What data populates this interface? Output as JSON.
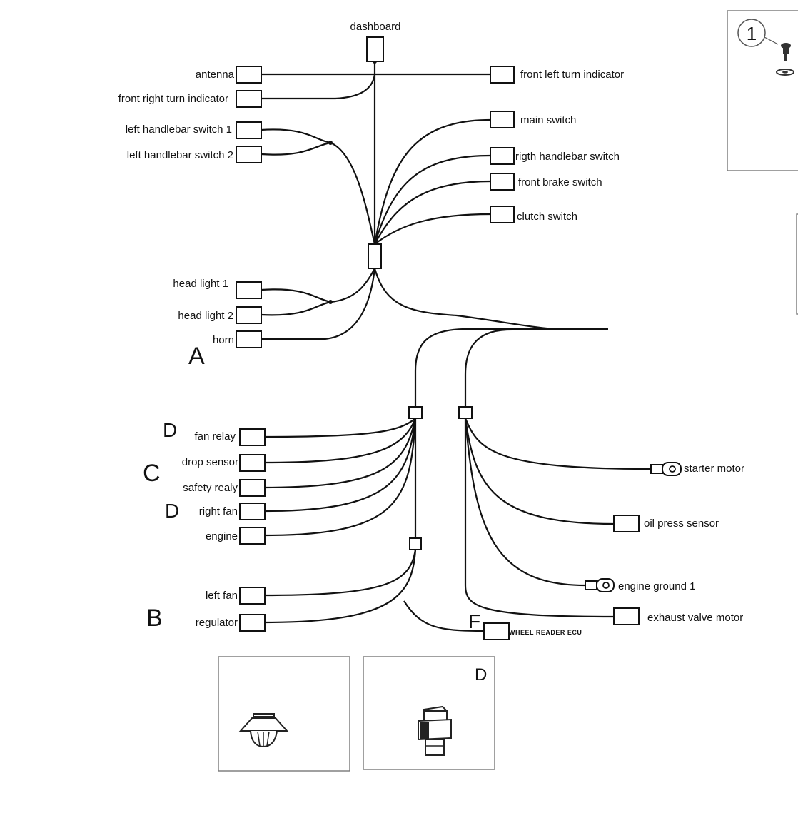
{
  "diagram": {
    "top": {
      "dashboard": "dashboard",
      "antenna": "antenna",
      "front_right_turn": "front right turn indicator",
      "left_switch_1": "left handlebar switch 1",
      "left_switch_2": "left handlebar switch 2",
      "front_left_turn": "front left turn indicator",
      "main_switch": "main switch",
      "right_switch": "rigth handlebar switch",
      "front_brake": "front brake switch",
      "clutch": "clutch switch",
      "head_light_1": "head light 1",
      "head_light_2": "head light 2",
      "horn": "horn"
    },
    "left_branch": {
      "fan_relay": "fan relay",
      "drop_sensor": "drop sensor",
      "safety_relay": "safety realy",
      "right_fan": "right fan",
      "engine": "engine",
      "left_fan": "left fan",
      "regulator": "regulator"
    },
    "right_branch": {
      "starter_motor": "starter motor",
      "oil_press": "oil press sensor",
      "engine_ground": "engine ground 1",
      "exhaust_valve": "exhaust valve motor",
      "ecu": "WHEEL READER ECU"
    },
    "markers": {
      "A": "A",
      "B": "B",
      "C": "C",
      "D1": "D",
      "D2": "D",
      "F": "F",
      "D_panel": "D",
      "callout": "1"
    }
  }
}
